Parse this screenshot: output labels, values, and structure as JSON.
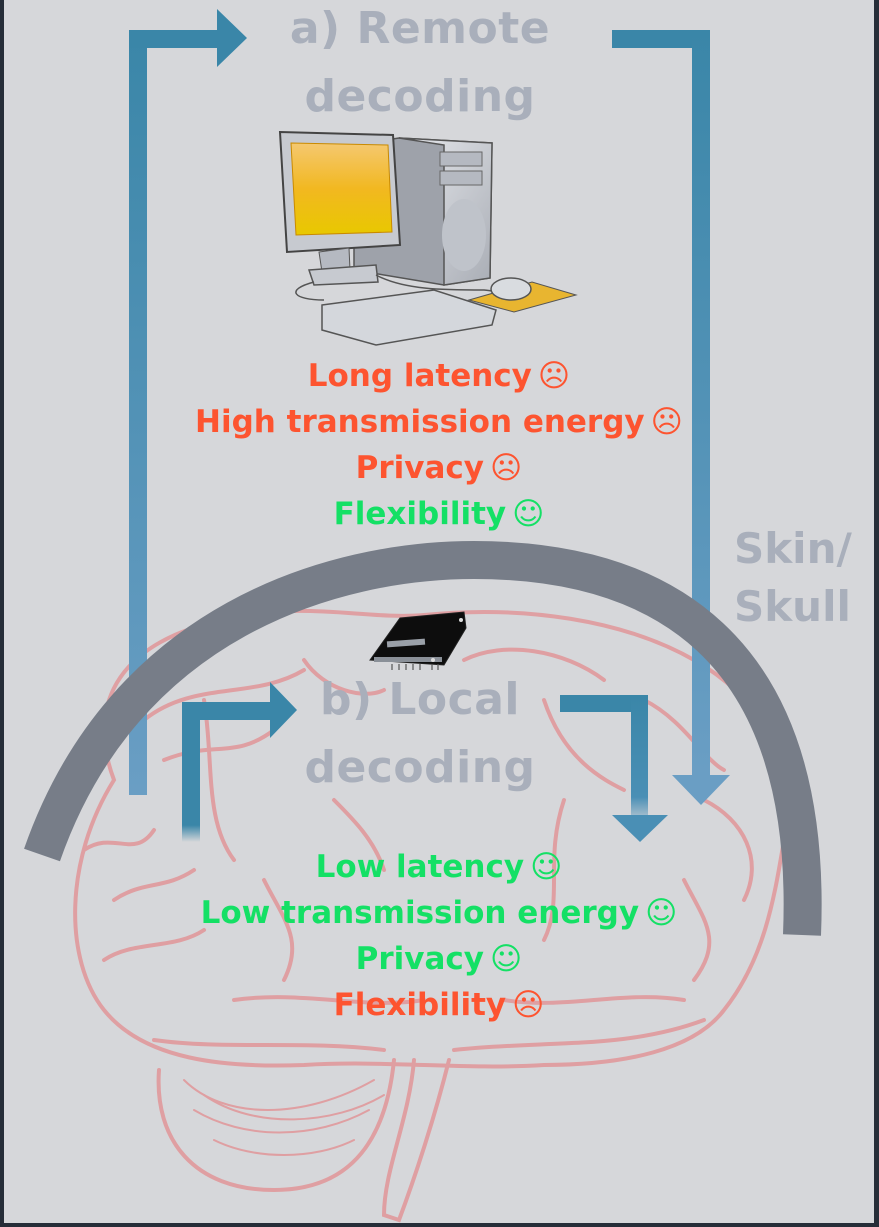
{
  "diagram": {
    "remote": {
      "title_line1": "a) Remote",
      "title_line2": "decoding",
      "icon": "desktop-computer-icon",
      "properties": [
        {
          "label": "Long latency",
          "verdict": "bad",
          "face": "☹"
        },
        {
          "label": "High transmission energy",
          "verdict": "bad",
          "face": "☹"
        },
        {
          "label": "Privacy",
          "verdict": "bad",
          "face": "☹"
        },
        {
          "label": "Flexibility",
          "verdict": "good",
          "face": "☺"
        }
      ]
    },
    "local": {
      "title_line1": "b) Local",
      "title_line2": "decoding",
      "icon": "implant-chip-icon",
      "properties": [
        {
          "label": "Low latency",
          "verdict": "good",
          "face": "☺"
        },
        {
          "label": "Low transmission energy",
          "verdict": "good",
          "face": "☺"
        },
        {
          "label": "Privacy",
          "verdict": "good",
          "face": "☺"
        },
        {
          "label": "Flexibility",
          "verdict": "bad",
          "face": "☹"
        }
      ]
    },
    "barrier": {
      "label_line1": "Skin/",
      "label_line2": "Skull"
    },
    "colors": {
      "background": "#d6d7da",
      "border": "#262d38",
      "arrow": "#3a86a8",
      "arrow_light": "#6a9ec4",
      "skull": "#777d88",
      "brain_outline": "#e09a9c",
      "title": "#a9afbb",
      "bad": "#fd5430",
      "good": "#14e065"
    }
  }
}
